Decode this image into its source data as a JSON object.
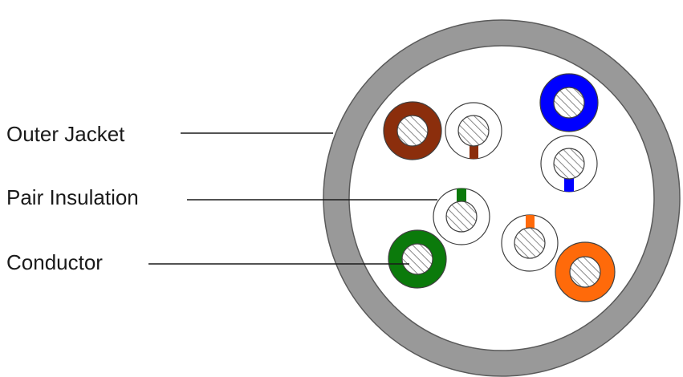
{
  "labels": {
    "outer_jacket": "Outer Jacket",
    "pair_insulation": "Pair Insulation",
    "conductor": "Conductor"
  },
  "colors": {
    "jacket": "#999999",
    "background": "#ffffff",
    "outline": "#404040",
    "brown": "#8b2e0c",
    "blue": "#0000ff",
    "green": "#0b7a0b",
    "orange": "#ff6a0a",
    "hatch": "#888888"
  },
  "pairs": [
    {
      "color_name": "brown",
      "solid": "brown",
      "striped_stripe": "brown"
    },
    {
      "color_name": "blue",
      "solid": "blue",
      "striped_stripe": "blue"
    },
    {
      "color_name": "green",
      "solid": "green",
      "striped_stripe": "green"
    },
    {
      "color_name": "orange",
      "solid": "orange",
      "striped_stripe": "orange"
    }
  ]
}
